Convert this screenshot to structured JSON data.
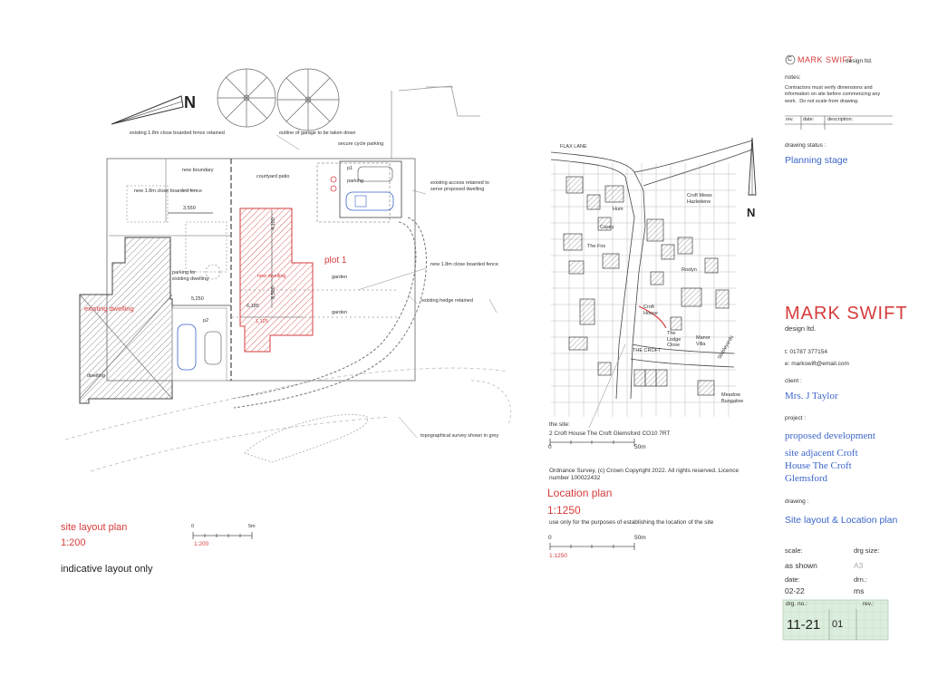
{
  "site_plan": {
    "north_letter": "N",
    "labels": {
      "fence_retained": "existing 1.8m close boarded fence retained",
      "garage_outline": "outline of garage to be taken down",
      "cycle_parking": "secure cycle parking",
      "new_boundary": "new boundary",
      "courtyard_patio": "courtyard patio",
      "p1": "p1",
      "parking": "parking",
      "new_fence_left": "new 1.8m close boarded fence",
      "access_retained": "existing access retained to\nserve proposed dwelling",
      "dim_3550": "3,550",
      "plot_1": "plot 1",
      "new_dwelling": "new dwelling",
      "garden_1": "garden",
      "new_fence_right": "new 1.8m close boarded fence",
      "parking_existing": "parking for\nexisting dwelling",
      "dim_5250": "5,250",
      "hedge_retained": "existing hedge retained",
      "existing_dwelling": "existing dwelling",
      "p2": "p2",
      "garden_2": "garden",
      "dwelling": "dwelling",
      "topo_survey": "topographical survey shown in grey",
      "dim_v1": "4,100",
      "dim_v2": "8,500",
      "dim_6185": "6,185",
      "dim_red": "1,125"
    },
    "title": "site layout plan",
    "scale": "1:200",
    "scale_bar": {
      "zero": "0",
      "max": "5m",
      "ratio": "1:200"
    },
    "note": "indicative layout only"
  },
  "location_plan": {
    "north_letter": "N",
    "labels": {
      "flax_lane": "FLAX LANE",
      "croft_mews": "Croft Mews\nHazledene",
      "hum": "Hum",
      "casey": "Casey",
      "the_firs": "The Firs",
      "roslyn": "Roslyn",
      "croft_house": "Croft\nHouse",
      "the_croft": "THE CROFT",
      "lodge_close": "The\nLodge\nClose",
      "manor_villa": "Manor\nVilla",
      "stableyards": "Stableyards",
      "meadow_bungalow": "Meadow\nBungalow"
    },
    "site_label": "the site:",
    "site_address": "2 Croft House  The Croft  Glemsford  CO10 7RT",
    "scale_bar_top": {
      "zero": "0",
      "max": "50m"
    },
    "copyright": "Ordnance Survey, (c) Crown Copyright 2022. All rights reserved. Licence\nnumber 100022432",
    "title": "Location plan",
    "scale": "1:1250",
    "use_note": "use only for the purposes of establishing the location of the site",
    "scale_bar_bottom": {
      "zero": "0",
      "max": "50m",
      "ratio": "1:1250"
    }
  },
  "title_block": {
    "copyright_symbol": "C",
    "firm_small": "MARK SWIFT",
    "firm_small_suffix": "design ltd.",
    "notes_label": "notes:",
    "notes_text": "Contractors must verify dimensions and\ninformation on site before commencing any\nwork.  Do not scale from drawing.",
    "rev_headers": {
      "rev": "rev.",
      "date": "date:",
      "description": "description:"
    },
    "drawing_status_label": "drawing status :",
    "drawing_status": "Planning stage",
    "north_letter": "N",
    "firm_large": "MARK SWIFT",
    "firm_large_suffix": "design ltd.",
    "tel": "t:  01787 377154",
    "email": "e:  markswift@email.com",
    "client_label": "client :",
    "client": "Mrs. J Taylor",
    "project_label": "project :",
    "project_title": "proposed development",
    "project_detail": "site adjacent Croft\nHouse The Croft\nGlemsford",
    "drawing_label": "drawing :",
    "drawing_title": "Site layout & Location plan",
    "scale_label": "scale:",
    "scale": "as shown",
    "drg_size_label": "drg size:",
    "drg_size": "A3",
    "date_label": "date:",
    "date": "02-22",
    "drn_label": "drn.:",
    "drn": "ms",
    "drg_no_label": "drg. no.:",
    "drg_no": "11-21",
    "rev_label": "rev.:",
    "rev": "01"
  },
  "colors": {
    "line": "#555555",
    "red": "#d63c3c",
    "blue": "#3a64c8",
    "hatch": "#777777",
    "status_box": "#dceedd"
  }
}
